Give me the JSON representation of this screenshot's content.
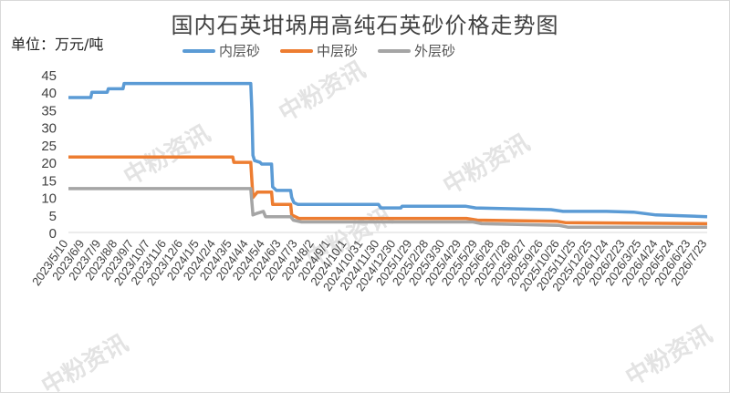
{
  "title": "国内石英坩埚用高纯石英砂价格走势图",
  "unit_label": "单位：万元/吨",
  "watermark": "中粉资讯",
  "chart_data": {
    "type": "line",
    "title": "国内石英坩埚用高纯石英砂价格走势图",
    "ylabel": "单位：万元/吨",
    "ylim": [
      0,
      45
    ],
    "yticks": [
      0,
      5,
      10,
      15,
      20,
      25,
      30,
      35,
      40,
      45
    ],
    "grid": false,
    "legend_position": "top",
    "x_range": [
      "2023/5/10",
      "2026/7/23"
    ],
    "x_tick_labels": [
      "2023/5/10",
      "2023/6/9",
      "2023/7/9",
      "2023/8/8",
      "2023/9/7",
      "2023/10/7",
      "2023/11/6",
      "2023/12/6",
      "2024/1/5",
      "2024/2/4",
      "2024/3/5",
      "2024/4/4",
      "2024/5/4",
      "2024/6/3",
      "2024/7/3",
      "2024/8/2",
      "2024/9/1",
      "2024/10/1",
      "2024/10/31",
      "2024/11/30",
      "2024/12/30",
      "2025/1/29",
      "2025/2/28",
      "2025/3/30",
      "2025/4/29",
      "2025/5/29",
      "2025/6/28",
      "2025/7/28",
      "2025/8/27",
      "2025/9/26",
      "2025/10/26",
      "2025/11/25",
      "2025/12/25",
      "2026/1/24",
      "2026/2/23",
      "2026/3/25",
      "2026/4/24",
      "2026/5/24",
      "2026/6/23",
      "2026/7/23"
    ],
    "series": [
      {
        "name": "内层砂",
        "color": "#5b9bd5",
        "points": [
          [
            "2023/5/10",
            38.5
          ],
          [
            "2023/6/20",
            38.5
          ],
          [
            "2023/6/22",
            40
          ],
          [
            "2023/7/20",
            40
          ],
          [
            "2023/7/22",
            41
          ],
          [
            "2023/8/18",
            41
          ],
          [
            "2023/8/20",
            42.5
          ],
          [
            "2024/4/8",
            42.5
          ],
          [
            "2024/4/10",
            35
          ],
          [
            "2024/4/12",
            22
          ],
          [
            "2024/4/15",
            20.5
          ],
          [
            "2024/4/25",
            20
          ],
          [
            "2024/4/28",
            19.5
          ],
          [
            "2024/5/16",
            19.5
          ],
          [
            "2024/5/18",
            13
          ],
          [
            "2024/5/25",
            12
          ],
          [
            "2024/6/20",
            12
          ],
          [
            "2024/6/22",
            10
          ],
          [
            "2024/6/26",
            8.5
          ],
          [
            "2024/7/3",
            8
          ],
          [
            "2024/11/28",
            8
          ],
          [
            "2024/12/2",
            7
          ],
          [
            "2025/1/8",
            7
          ],
          [
            "2025/1/10",
            7.5
          ],
          [
            "2025/5/6",
            7.5
          ],
          [
            "2025/5/25",
            7
          ],
          [
            "2025/10/10",
            6.5
          ],
          [
            "2025/11/1",
            6
          ],
          [
            "2026/1/20",
            6
          ],
          [
            "2026/3/10",
            5.8
          ],
          [
            "2026/4/20",
            5
          ],
          [
            "2026/7/23",
            4.5
          ]
        ]
      },
      {
        "name": "中层砂",
        "color": "#ed7d31",
        "points": [
          [
            "2023/5/10",
            21.5
          ],
          [
            "2024/3/6",
            21.5
          ],
          [
            "2024/3/8",
            20
          ],
          [
            "2024/4/8",
            20
          ],
          [
            "2024/4/12",
            10
          ],
          [
            "2024/4/20",
            11.5
          ],
          [
            "2024/5/16",
            11.5
          ],
          [
            "2024/5/18",
            8
          ],
          [
            "2024/6/20",
            8
          ],
          [
            "2024/6/22",
            5
          ],
          [
            "2024/7/5",
            4
          ],
          [
            "2024/7/18",
            4
          ],
          [
            "2025/5/8",
            4
          ],
          [
            "2025/5/28",
            3.5
          ],
          [
            "2025/10/20",
            3.2
          ],
          [
            "2025/11/5",
            2.8
          ],
          [
            "2026/7/23",
            2.5
          ]
        ]
      },
      {
        "name": "外层砂",
        "color": "#a5a5a5",
        "points": [
          [
            "2023/5/10",
            12.5
          ],
          [
            "2024/4/8",
            12.5
          ],
          [
            "2024/4/12",
            5
          ],
          [
            "2024/4/20",
            5.5
          ],
          [
            "2024/5/1",
            6
          ],
          [
            "2024/5/5",
            4.5
          ],
          [
            "2024/6/20",
            4.5
          ],
          [
            "2024/6/25",
            3.5
          ],
          [
            "2024/7/10",
            3
          ],
          [
            "2025/5/20",
            3
          ],
          [
            "2025/6/5",
            2.5
          ],
          [
            "2025/10/25",
            2
          ],
          [
            "2025/11/10",
            1.5
          ],
          [
            "2026/7/23",
            1.5
          ]
        ]
      }
    ]
  }
}
